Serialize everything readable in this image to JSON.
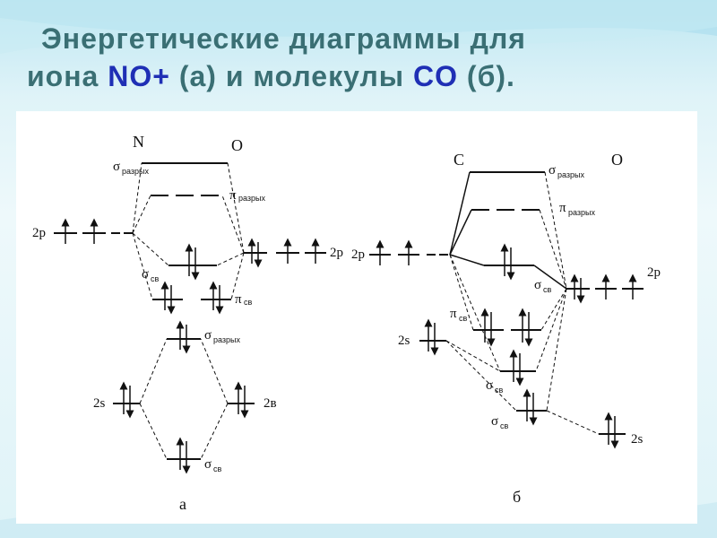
{
  "title": {
    "line1": "Энергетические диаграммы для",
    "line2_prefix": "иона ",
    "ion": "NO+",
    "line2_mid": " (а) и молекулы ",
    "molecule": "CO",
    "line2_suffix": " (б)."
  },
  "diagram_a": {
    "atom_left": "N",
    "atom_right": "O",
    "orb_2p": "2p",
    "orb_2s": "2s",
    "orb_2s_right": "2в",
    "sigma": "σ",
    "pi": "π",
    "sub_antibonding": "разрых",
    "sub_bonding": "св",
    "caption": "а"
  },
  "diagram_b": {
    "atom_left": "C",
    "atom_right": "O",
    "orb_2p": "2p",
    "orb_2s": "2s",
    "sigma": "σ",
    "pi": "π",
    "sub_antibonding": "разрых",
    "sub_bonding": "св",
    "caption": "б"
  },
  "colors": {
    "title": "#3a6f74",
    "highlight": "#1f2fb5",
    "panel": "#ffffff",
    "ink": "#111111"
  }
}
